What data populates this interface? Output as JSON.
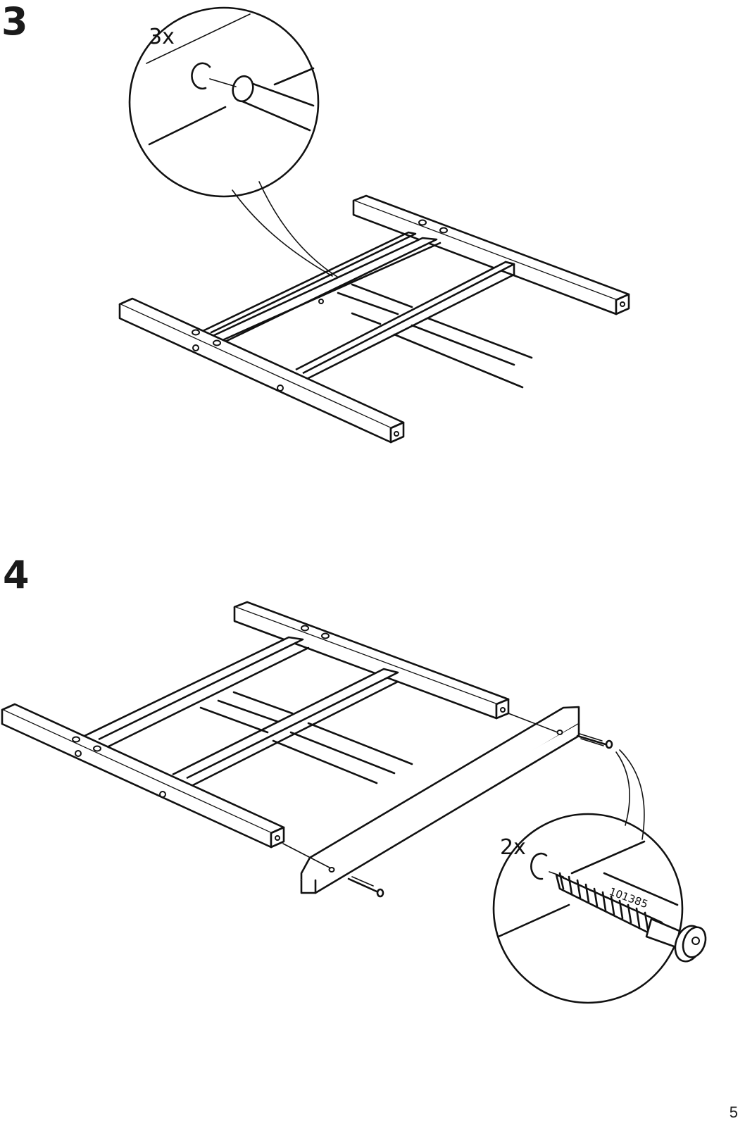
{
  "steps": [
    {
      "number": "3",
      "quantity": "3x"
    },
    {
      "number": "4",
      "quantity": "2x",
      "part_number": "101385"
    }
  ],
  "page_number": "5"
}
